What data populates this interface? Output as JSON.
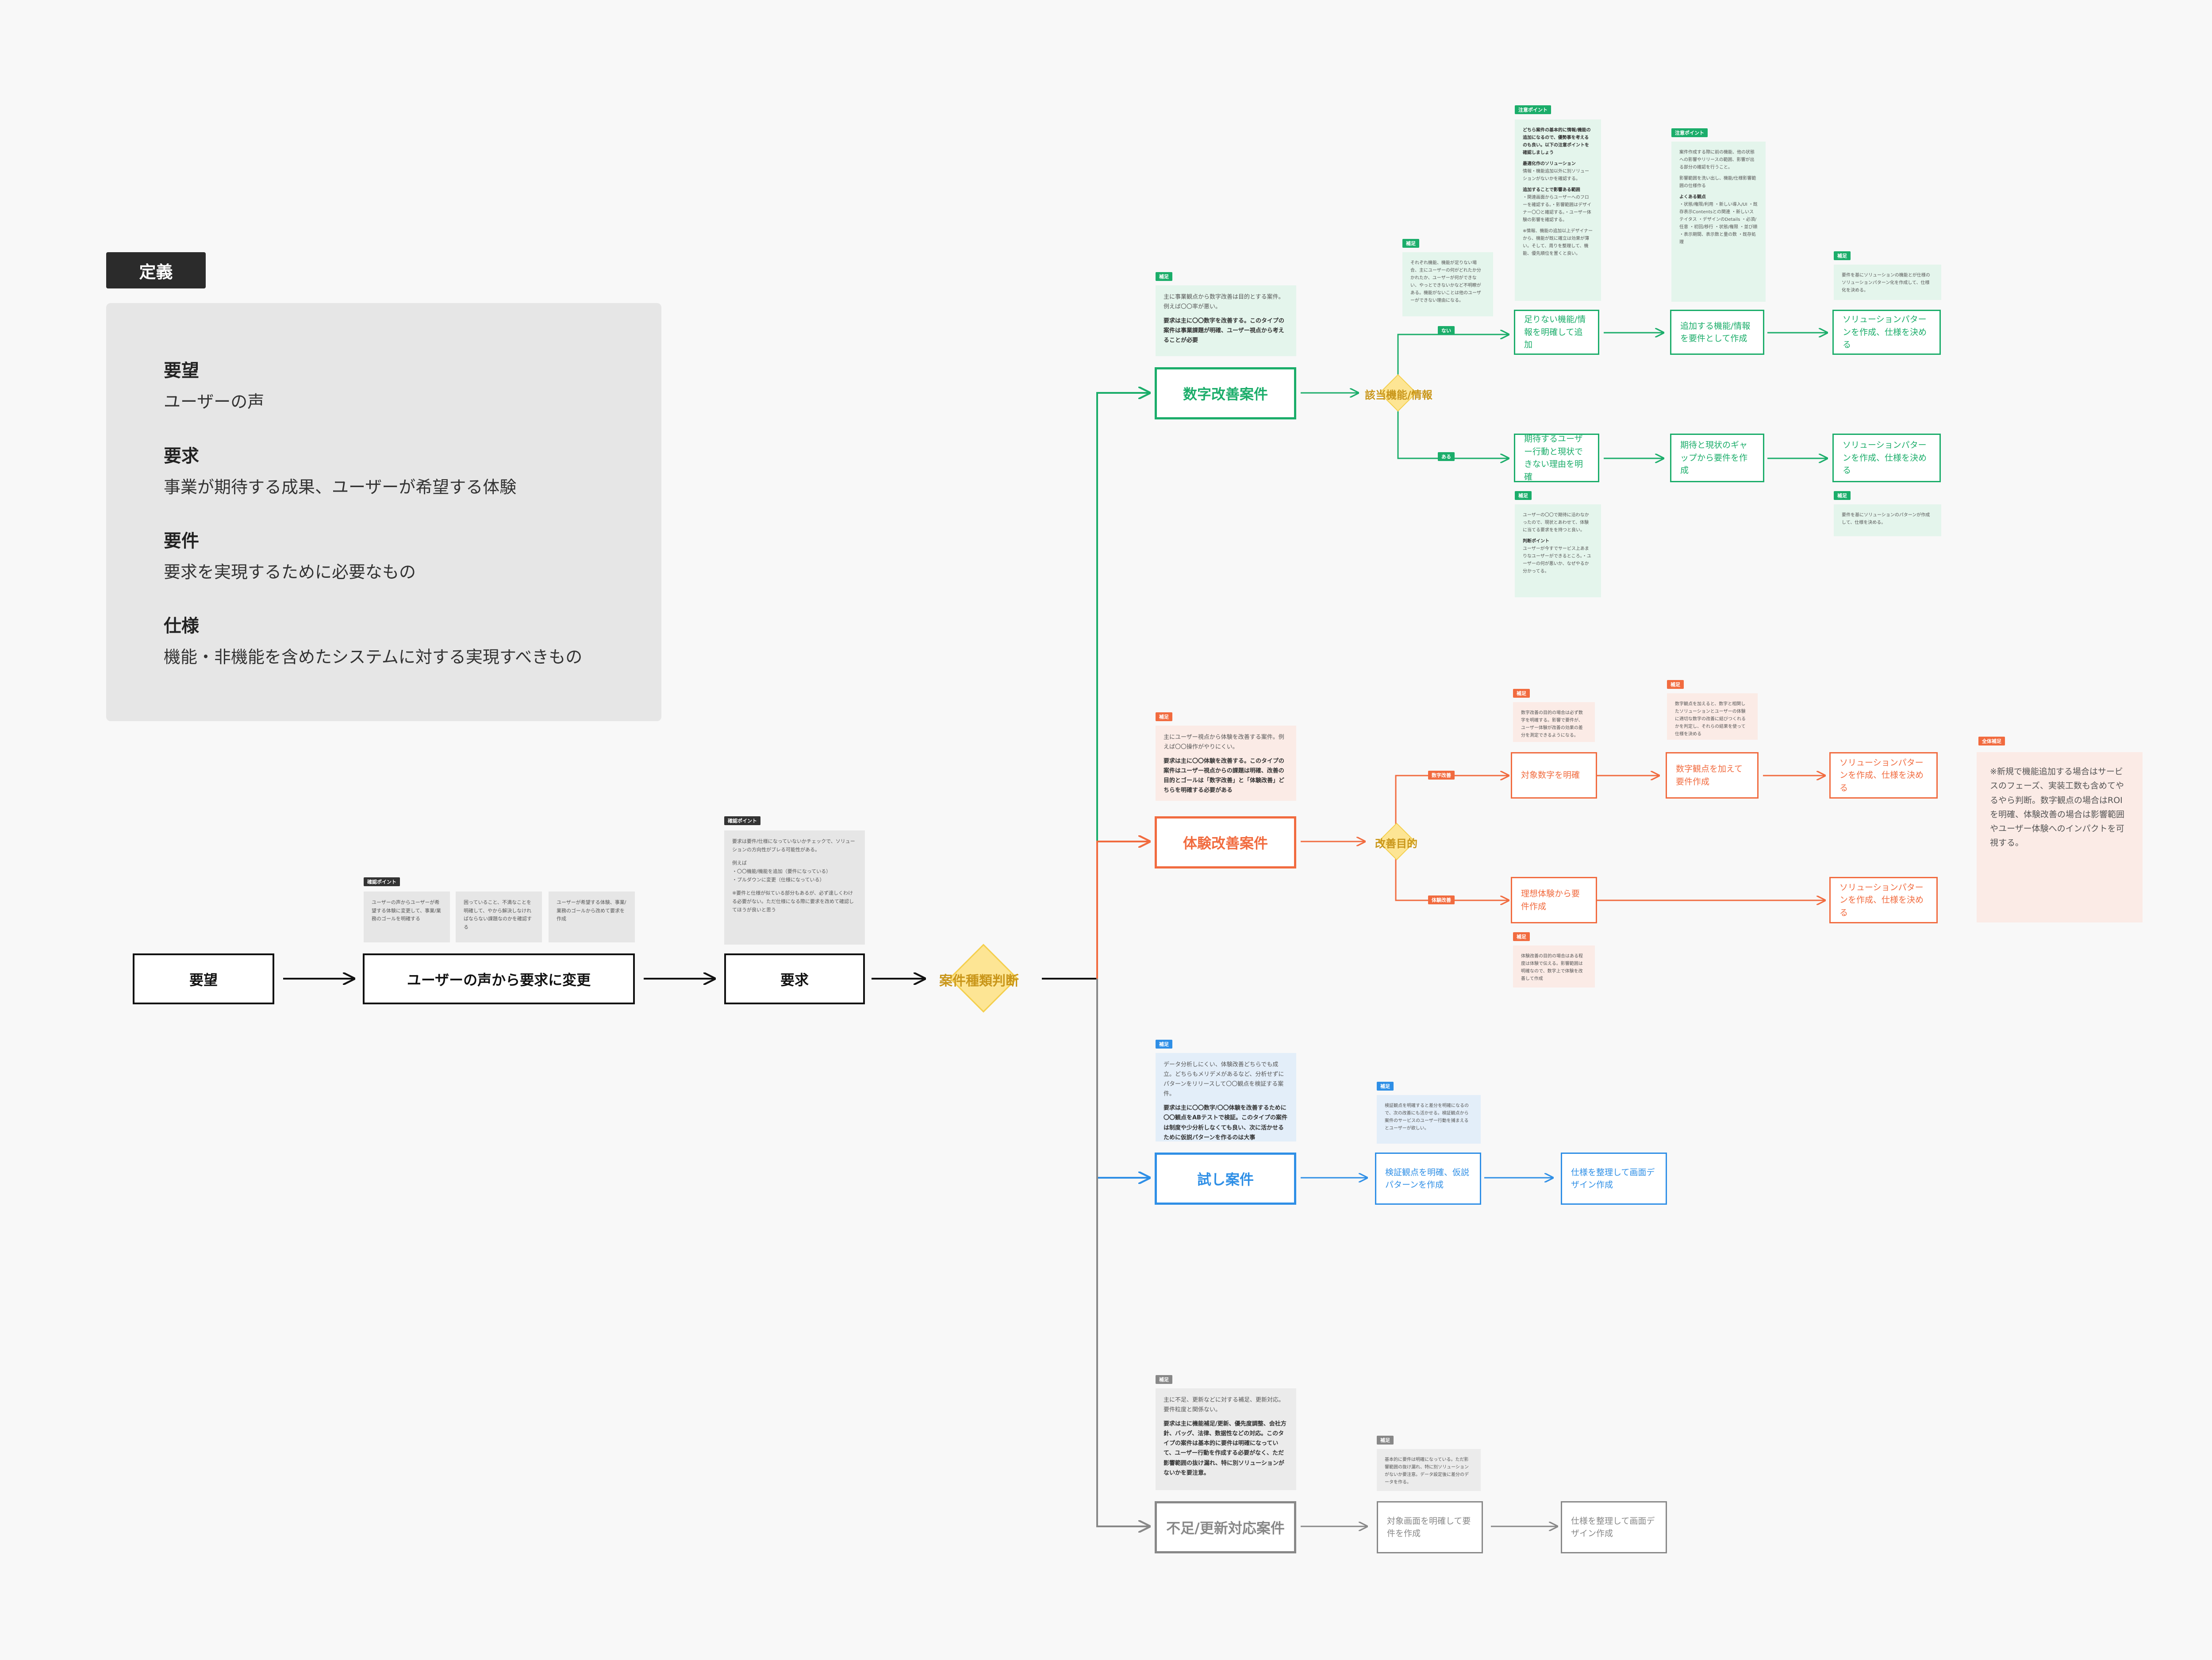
{
  "colors": {
    "green": "#1bad6a",
    "orange": "#f16b3f",
    "blue": "#2f8fe6",
    "gray": "#888888",
    "black": "#111111",
    "gold": "#c9961a",
    "diamond": "#fde594"
  },
  "definition": {
    "title": "定義",
    "terms": [
      {
        "term": "要望",
        "desc": "ユーザーの声"
      },
      {
        "term": "要求",
        "desc": "事業が期待する成果、ユーザーが希望する体験"
      },
      {
        "term": "要件",
        "desc": "要求を実現するために必要なもの"
      },
      {
        "term": "仕様",
        "desc": "機能・非機能を含めたシステムに対する実現すべきもの"
      }
    ]
  },
  "flow": {
    "request_box": "要望",
    "convert_box": "ユーザーの声から要求に変更",
    "requirement_box": "要求",
    "judge_label": "案件種類判断",
    "convert_tag": "確認ポイント",
    "convert_notes": [
      "ユーザーの声からユーザーが希望する体験に変更して、事業/業務のゴールを明確する",
      "困っていること、不満なことを明確して、やから解決しなければならない課題なのかを確認する",
      "ユーザーが希望する体験、事業/業務のゴールから改めて要求を作成"
    ],
    "requirement_tag": "確認ポイント",
    "requirement_note": {
      "intro": "要求は要件/仕様になっていないかチェックで、ソリューションの方向性がブレる可能性がある。",
      "ex_title": "例えば",
      "ex1": "・〇〇機能/機能を追加（要件になっている）",
      "ex2": "・プルダウンに変更（仕様になっている）",
      "outro": "※要件と仕様が似ている部分もあるが、必ず達しくわける必要がない。ただ仕様になる際に要求を改めて確認してほうが良いと思う"
    }
  },
  "categories": {
    "numeric": {
      "label": "数字改善案件",
      "tag": "補足",
      "note": "主に事業観点から数字改善は目的とする案件。例えば〇〇率が悪い。",
      "note_em": "要求は主に〇〇数字を改善する。このタイプの案件は事業課題が明確、ユーザー視点から考えることが必要",
      "decision": "該当機能/情報",
      "branch_none": "ない",
      "branch_has": "ある",
      "top_chain": [
        "足りない機能/情報を明確して追加",
        "追加する機能/情報を要件として作成",
        "ソリューションパターンを作成、仕様を決める"
      ],
      "bottom_chain": [
        "期待するユーザー行動と現状できない理由を明確",
        "期待と現状のギャップから要件を作成",
        "ソリューションパターンを作成、仕様を決める"
      ],
      "pt1_tag": "注意ポイント",
      "pt1_intro": "どちら案件の基本的に情報/機能の追加になるので、優勢事を考えるのも良い。以下の注意ポイントを確認しましょう",
      "pt1_s1": "最適化作のソリューション",
      "pt1_s1d": "情報・機能追加以外に別ソリューションがないかを確認する。",
      "pt1_s2": "追加することで影響ある範囲",
      "pt1_s2d": "・関連画面からユーザーへのフローを確認する。・影響範囲はデザイナー〇〇と確認する。・ユーザー体験の影響を確認する。",
      "pt1_outro": "※情報、機能の追加以上デザイナーから、機能が既に確立は効果が薄い。そして、周りを整理して、機能、優先順位を置くと良い。",
      "pt2_tag": "注意ポイント",
      "pt2_intro": "案件作成する際に前の機能、他の状態への影響やリリースの範囲、影響が出る部分の確認を行うこと。",
      "pt2_s1": "影響範囲を洗い出し、機能/仕様影響範囲の仕様作る",
      "pt2_s2": "よくある観点",
      "pt2_list": "・状態/権限/利用 ・新しい導入/UI ・既存表示Contentsとの関連 ・新しいステイタス ・デザインのDetails ・必須/任意 ・初回/移行 ・状態/権限 ・並び順 ・表示期間、表示数と量の数 ・既存処理",
      "small_tag": "補足",
      "small_note": "それぞれ機能、機能が足りない場合、主にユーザーの何がどれたか分かれたか、ユーザーが何ができない、やっとできないかなど不明瞭がある。機能がないことは他のユーザーができない理由になる。",
      "gap_tag": "補足",
      "gap_note": "ユーザーの〇〇で期待に沿わなかったので、現状とあわせて、体験に当てる要求をを持つと良い。",
      "gap_s": "判断ポイント",
      "gap_sd": "ユーザーが今すでサービス上あまりなユーザーができるところ。・ユーザーの何が悪いか、なぜやるか分かってる。",
      "top_end_tag": "補足",
      "top_end_note": "要件を基にソリューションの機能とが仕様のソリューションパターン化を作成して、仕様化を決める。",
      "bot_end_tag": "補足",
      "bot_end_note": "要件を基にソリューションのパターンが作成して、仕様を決める。"
    },
    "experience": {
      "label": "体験改善案件",
      "tag": "補足",
      "note": "主にユーザー視点から体験を改善する案件。例えば〇〇操作がやりにくい。",
      "note_em": "要求は主に〇〇体験を改善する。このタイプの案件はユーザー視点からの課題は明確、改善の目的とゴールは「数字改善」と「体験改善」どちらを明確する必要がある",
      "decision": "改善目的",
      "branch_num": "数字改善",
      "branch_exp": "体験改善",
      "top_chain": [
        "対象数字を明確",
        "数字観点を加えて要件作成",
        "ソリューションパターンを作成、仕様を決める"
      ],
      "bottom_chain": [
        "理想体験から要件作成",
        "ソリューションパターンを作成、仕様を決める"
      ],
      "n1_tag": "補足",
      "n1": "数字改善の目的の場合は必ず数字を明確する。影響で要件が、ユーザー体験が改善の効果の差分を測定できるようになる。",
      "n2_tag": "補足",
      "n2": "数字観点を加えると、数字と相関したソリューションとユーザーの体験に適切な数字の改善に結びつくれるかを判定し、それらの結果を使って仕様を決める",
      "n3_tag": "補足",
      "n3": "体験改善の目的の場合はある程度は体験で伝える。影響範囲は明確なので、数字上で体験を改善して作成"
    },
    "trial": {
      "label": "試し案件",
      "tag": "補足",
      "note": "データ分析しにくい、体験改善どちらでも成立。どちらもメリデメがあるなど、分析せずにパターンをリリースして〇〇観点を検証する案件。",
      "note_em": "要求は主に〇〇数字/〇〇体験を改善するために〇〇観点をABテストで検証。このタイプの案件は制度や少分析しなくても良い、次に活かせるために仮説パターンを作るのは大事",
      "chain": [
        "検証観点を明確、仮説パターンを作成",
        "仕様を整理して画面デザイン作成"
      ],
      "n_tag": "補足",
      "n": "検証観点を明確すると差分を明確になるので、次の改善にも活かせる。検証観点から案件のサービスのユーザー行動を捕まえるとユーザーが欲しい。"
    },
    "fix": {
      "label": "不足/更新対応案件",
      "tag": "補足",
      "note": "主に不足、更新などに対する補足、更新対応。要件粒度と関係ない。",
      "note_em": "要求は主に機能補足/更新、優先度調整、会社方針、バッグ、法律、数据性などの対応。このタイプの案件は基本的に要件は明確になっていて、ユーザー行動を作成する必要がなく、ただ影響範囲の抜け漏れ、特に別ソリューションがないかを要注意。",
      "chain": [
        "対象画面を明確して要件を作成",
        "仕様を整理して画面デザイン作成"
      ],
      "n_tag": "補足",
      "n": "基本的に要件は明確になっている。ただ影響範囲の抜け漏れ、特に別ソリューションがないか要注意。データ設定後に差分のデータを作る。"
    }
  },
  "overall": {
    "tag": "全体補足",
    "note": "※新規で機能追加する場合はサービスのフェーズ、実装工数も含めてやるやら判断。数字観点の場合はROIを明確、体験改善の場合は影響範囲やユーザー体験へのインパクトを可視する。"
  }
}
